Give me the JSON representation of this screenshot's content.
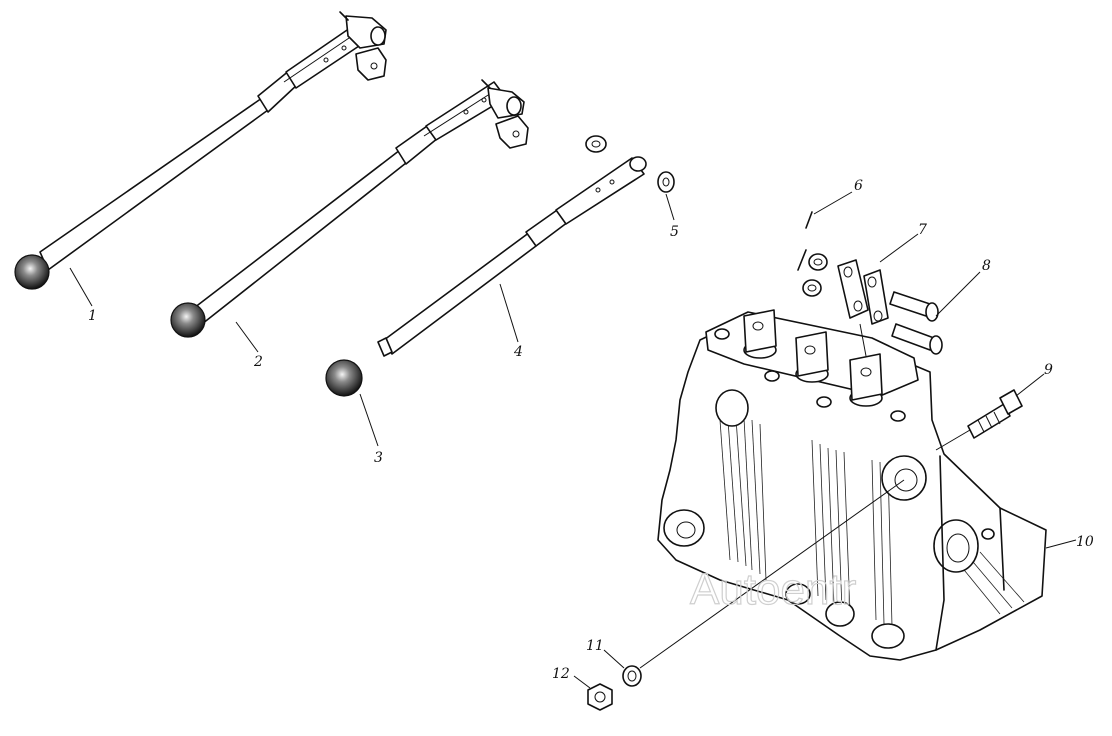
{
  "labels": {
    "p1": "1",
    "p2": "2",
    "p3": "3",
    "p4": "4",
    "p5": "5",
    "p6": "6",
    "p7": "7",
    "p8": "8",
    "p9": "9",
    "p10": "10",
    "p11": "11",
    "p12": "12"
  },
  "watermark": "Autoentr"
}
